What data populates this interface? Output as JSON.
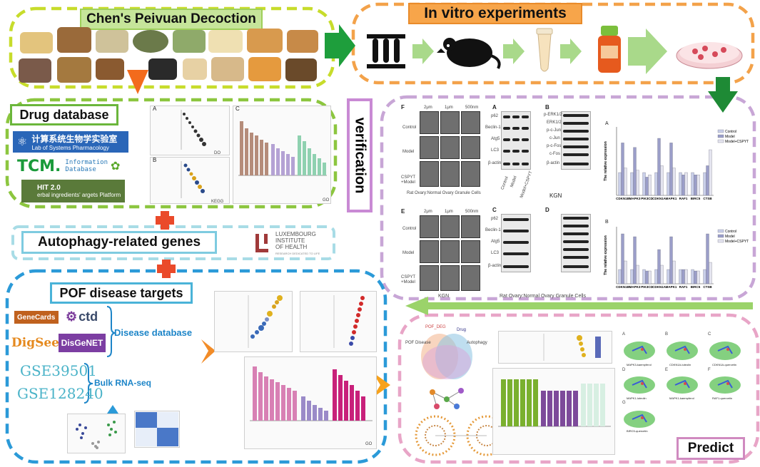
{
  "titles": {
    "decoction": "Chen's Peivuan Decoction",
    "in_vitro": "In vitro experiments",
    "drug_db": "Drug database",
    "verification": "verification",
    "autophagy": "Autophagy-related genes",
    "pof": "POF disease targets",
    "predict": "Predict"
  },
  "drug_db": {
    "lab_cn": "计算系统生物学实验室",
    "lab_en": "Lab of Systems Pharmacology",
    "tcm_big": "TCM.",
    "tcm_small1": "Information",
    "tcm_small2": "Database",
    "hit_title": "HIT 2.0",
    "hit_sub": "erbal ingredients' argets Platform",
    "panel_a": "A",
    "panel_b": "B",
    "panel_c": "C",
    "axis_do": "DO",
    "axis_kegg": "KEGG",
    "axis_go": "GO"
  },
  "lih": {
    "line1": "LUXEMBOURG",
    "line2": "INSTITUTE",
    "line3": "OF HEALTH",
    "line4": "RESEARCH DEDICATED TO LIFE"
  },
  "pof": {
    "genecards": "GeneCards",
    "ctd": "ctd",
    "digsee": "DigSee",
    "disgenet": "DisGeNET",
    "disease_db": "Disease database",
    "gse1": "GSE39501",
    "gse2": "GSE128240",
    "bulk": "Bulk RNA-seq",
    "axis_go": "GO"
  },
  "verification": {
    "em_cols": [
      "2μm",
      "1μm",
      "500nm"
    ],
    "em_rows": [
      "Control",
      "Model",
      "CSPYT\n+Model"
    ],
    "caption_top": "Rat Ovary:Normal Ovary Granule Cells",
    "kgn_top": "KGN",
    "kgn_bottom": "KGN",
    "caption_bottom": "Rat Ovary:Normal Ovary Granule Cells",
    "blot_rows_a": [
      "p62",
      "Beclin-1",
      "Atg5",
      "LC3",
      "β-actin"
    ],
    "blot_rows_b": [
      "p-ERK1/2",
      "ERK1/2",
      "p-c-Jun",
      "c-Jun",
      "p-c-Fos",
      "c-Fos",
      "β-actin"
    ],
    "lanes": [
      "Control",
      "Model",
      "Model+CSPYT"
    ],
    "panel_f": "F",
    "panel_a": "A",
    "panel_b": "B",
    "panel_e": "E",
    "panel_c": "C",
    "panel_d": "D",
    "chart_ylabel": "The relative expression"
  },
  "predict": {
    "venn_labels": [
      "POF_DEG",
      "Drug",
      "POF Disease",
      "Autophagy"
    ],
    "dock_panels": [
      "A",
      "B",
      "C",
      "D",
      "E",
      "F",
      "G"
    ],
    "dock_labels": [
      "MAPK3-kaempferol",
      "CDKN1A-luteolin",
      "CDKN1A-quercetin",
      "MAPK1-luteolin",
      "MAPK1-kaempferol",
      "RAF1-quercetin",
      "BIRC5-quercetin"
    ]
  },
  "chart_data": [
    {
      "type": "bar",
      "title": "",
      "xlabel": "",
      "ylabel": "The relative expression",
      "categories": [
        "CDKN1B",
        "MAPK3",
        "PIK3CD",
        "CDKN1A",
        "MAPK1",
        "RAF1",
        "BIRC5",
        "CTSB"
      ],
      "series": [
        {
          "name": "Control",
          "values": [
            1.0,
            1.0,
            1.0,
            1.0,
            1.0,
            1.0,
            1.0,
            1.0
          ]
        },
        {
          "name": "Model",
          "values": [
            2.3,
            2.1,
            0.8,
            2.5,
            2.3,
            0.9,
            0.9,
            1.3
          ]
        },
        {
          "name": "Model+CSPYT",
          "values": [
            1.2,
            1.1,
            0.9,
            1.3,
            1.2,
            1.0,
            0.9,
            2.0
          ]
        }
      ],
      "colors": [
        "#c9cfe9",
        "#9b9ec9",
        "#e4e4ef"
      ],
      "legend": "top-right"
    },
    {
      "type": "bar",
      "title": "",
      "xlabel": "",
      "ylabel": "The relative expression",
      "categories": [
        "CDKN1B",
        "MAPK3",
        "PIK3CD",
        "CDKN1A",
        "MAPK1",
        "RAF1",
        "BIRC5",
        "CTSB"
      ],
      "series": [
        {
          "name": "Control",
          "values": [
            1.0,
            1.0,
            1.0,
            1.0,
            1.0,
            1.0,
            1.0,
            1.0
          ]
        },
        {
          "name": "Model",
          "values": [
            3.5,
            3.3,
            0.9,
            2.4,
            3.3,
            1.0,
            0.9,
            3.5
          ]
        },
        {
          "name": "Model+CSPYT",
          "values": [
            1.6,
            1.3,
            0.9,
            1.3,
            1.6,
            1.0,
            0.9,
            1.5
          ]
        }
      ],
      "colors": [
        "#c9cfe9",
        "#9b9ec9",
        "#e4e4ef"
      ],
      "legend": "top-right"
    }
  ]
}
